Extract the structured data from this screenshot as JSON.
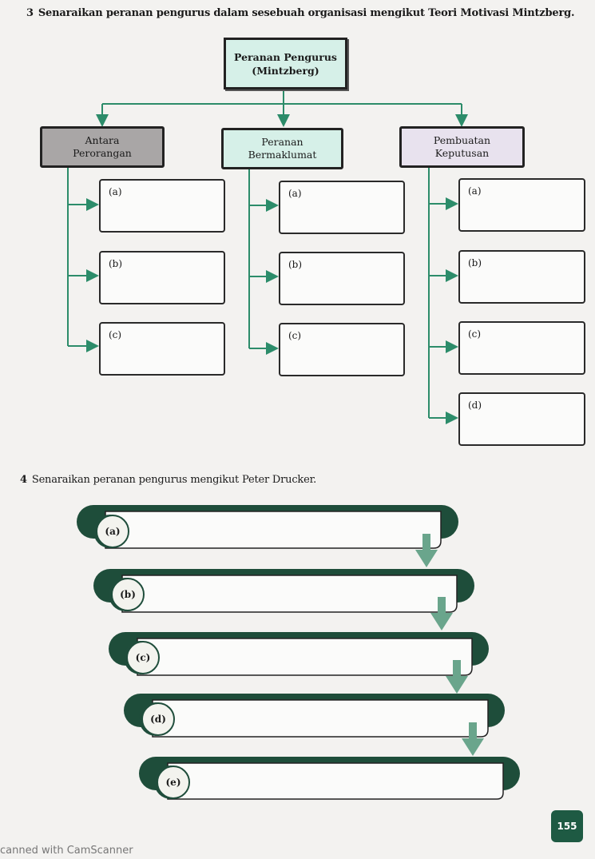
{
  "question3": {
    "number": "3",
    "text": "Senaraikan peranan pengurus dalam sesebuah organisasi mengikut Teori Motivasi Mintzberg."
  },
  "chart_root": {
    "line1": "Peranan Pengurus",
    "line2": "(Mintzberg)"
  },
  "categories": [
    {
      "line1": "Antara",
      "line2": "Perorangan",
      "labels": [
        "(a)",
        "(b)",
        "(c)"
      ]
    },
    {
      "line1": "Peranan",
      "line2": "Bermaklumat",
      "labels": [
        "(a)",
        "(b)",
        "(c)"
      ]
    },
    {
      "line1": "Pembuatan",
      "line2": "Keputusan",
      "labels": [
        "(a)",
        "(b)",
        "(c)",
        "(d)"
      ]
    }
  ],
  "question4": {
    "number": "4",
    "text": "Senaraikan peranan pengurus mengikut Peter Drucker."
  },
  "scrolls": [
    "(a)",
    "(b)",
    "(c)",
    "(d)",
    "(e)"
  ],
  "page_number": "155",
  "footer": "canned with CamScanner",
  "colors": {
    "arrow_green": "#2c8c6a",
    "dark_green": "#1e5a43",
    "down_arrow": "#6aa58c"
  }
}
